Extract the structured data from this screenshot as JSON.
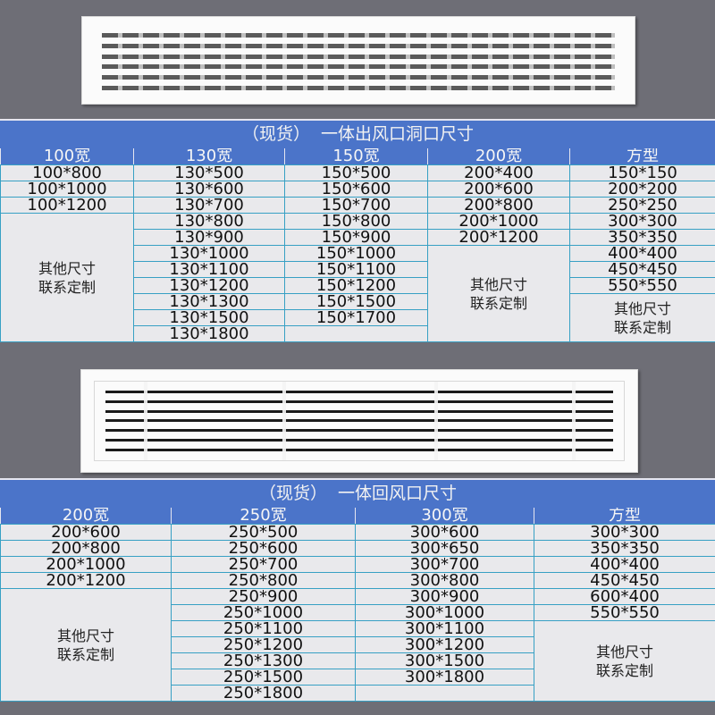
{
  "supply_vent_image": {
    "label": "supply-air-grille",
    "colors": {
      "frame": "#fbfbfb",
      "slot": "#5a5a5a"
    }
  },
  "return_vent_image": {
    "label": "return-air-grille",
    "colors": {
      "frame": "#fbfbfb",
      "slat": "#1a1a1a"
    }
  },
  "supply_table": {
    "title_prefix": "（现货）",
    "title": "一体出风口洞口尺寸",
    "headers": [
      "100宽",
      "130宽",
      "150宽",
      "200宽",
      "方型"
    ],
    "columns": [
      [
        "100*800",
        "100*1000",
        "100*1200"
      ],
      [
        "130*500",
        "130*600",
        "130*700",
        "130*800",
        "130*900",
        "130*1000",
        "130*1100",
        "130*1200",
        "130*1300",
        "130*1500",
        "130*1800"
      ],
      [
        "150*500",
        "150*600",
        "150*700",
        "150*800",
        "150*900",
        "150*1000",
        "150*1100",
        "150*1200",
        "150*1500",
        "150*1700"
      ],
      [
        "200*400",
        "200*600",
        "200*800",
        "200*1000",
        "200*1200"
      ],
      [
        "150*150",
        "200*200",
        "250*250",
        "300*300",
        "350*350",
        "400*400",
        "450*450",
        "550*550"
      ]
    ],
    "note_line1": "其他尺寸",
    "note_line2": "联系定制"
  },
  "return_table": {
    "title_prefix": "（现货）",
    "title": "一体回风口尺寸",
    "headers": [
      "200宽",
      "250宽",
      "300宽",
      "方型"
    ],
    "columns": [
      [
        "200*600",
        "200*800",
        "200*1000",
        "200*1200"
      ],
      [
        "250*500",
        "250*600",
        "250*700",
        "250*800",
        "250*900",
        "250*1000",
        "250*1100",
        "250*1200",
        "250*1300",
        "250*1500",
        "250*1800"
      ],
      [
        "300*600",
        "300*650",
        "300*700",
        "300*800",
        "300*900",
        "300*1000",
        "300*1100",
        "300*1200",
        "300*1500",
        "300*1800"
      ],
      [
        "300*300",
        "350*350",
        "400*400",
        "450*450",
        "600*400",
        "550*550"
      ]
    ],
    "note_line1": "其他尺寸",
    "note_line2": "联系定制"
  },
  "colors": {
    "background": "#6e6e76",
    "header_blue": "#4b74c9",
    "cell_bg": "#e9e9ec",
    "grid_line": "#37a0c4"
  }
}
